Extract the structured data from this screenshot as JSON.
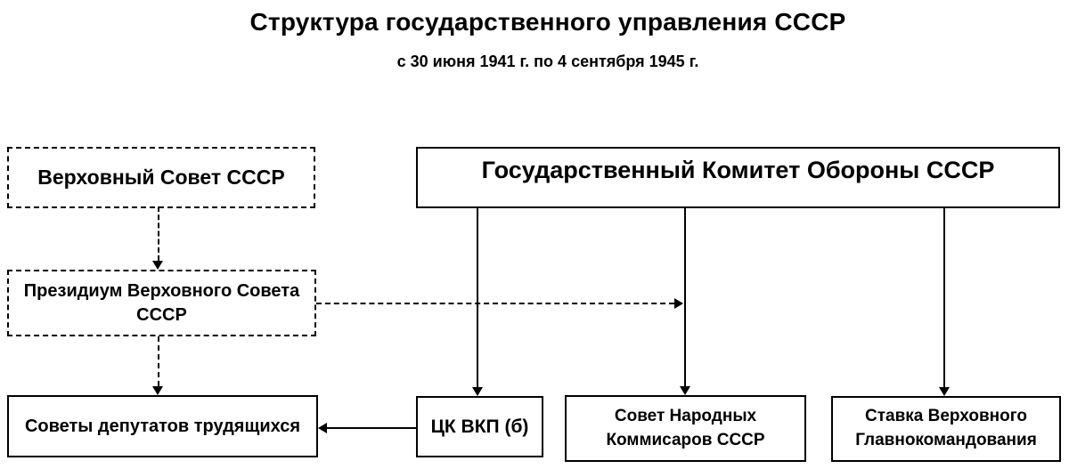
{
  "header": {
    "title": "Структура государственного управления СССР",
    "subtitle": "с 30 июня 1941 г. по 4 сентября 1945 г."
  },
  "nodes": {
    "supreme_soviet": {
      "label": "Верховный Совет СССР",
      "border": "dashed"
    },
    "gko": {
      "label": "Государственный Комитет Обороны СССР",
      "border": "solid"
    },
    "presidium": {
      "label": "Президиум Верховного Совета СССР",
      "border": "dashed"
    },
    "soviets_deputies": {
      "label": "Советы депутатов трудящихся",
      "border": "solid"
    },
    "tsk_vkp": {
      "label": "ЦК ВКП (б)",
      "border": "solid"
    },
    "sovnarkom": {
      "label": "Совет Народных Коммисаров СССР",
      "border": "solid"
    },
    "stavka": {
      "label": "Ставка Верховного Главнокомандования",
      "border": "solid"
    }
  },
  "edges": [
    {
      "from": "supreme_soviet",
      "to": "presidium",
      "style": "dashed",
      "direction": "down"
    },
    {
      "from": "presidium",
      "to": "soviets_deputies",
      "style": "dashed",
      "direction": "down"
    },
    {
      "from": "presidium",
      "to": "gko_sovnarkom_line",
      "style": "dashed",
      "direction": "right"
    },
    {
      "from": "gko",
      "to": "tsk_vkp",
      "style": "solid",
      "direction": "down"
    },
    {
      "from": "gko",
      "to": "sovnarkom",
      "style": "solid",
      "direction": "down"
    },
    {
      "from": "gko",
      "to": "stavka",
      "style": "solid",
      "direction": "down"
    },
    {
      "from": "tsk_vkp",
      "to": "soviets_deputies",
      "style": "solid",
      "direction": "left"
    }
  ],
  "colors": {
    "line": "#000000",
    "text": "#000000",
    "background": "#ffffff"
  }
}
